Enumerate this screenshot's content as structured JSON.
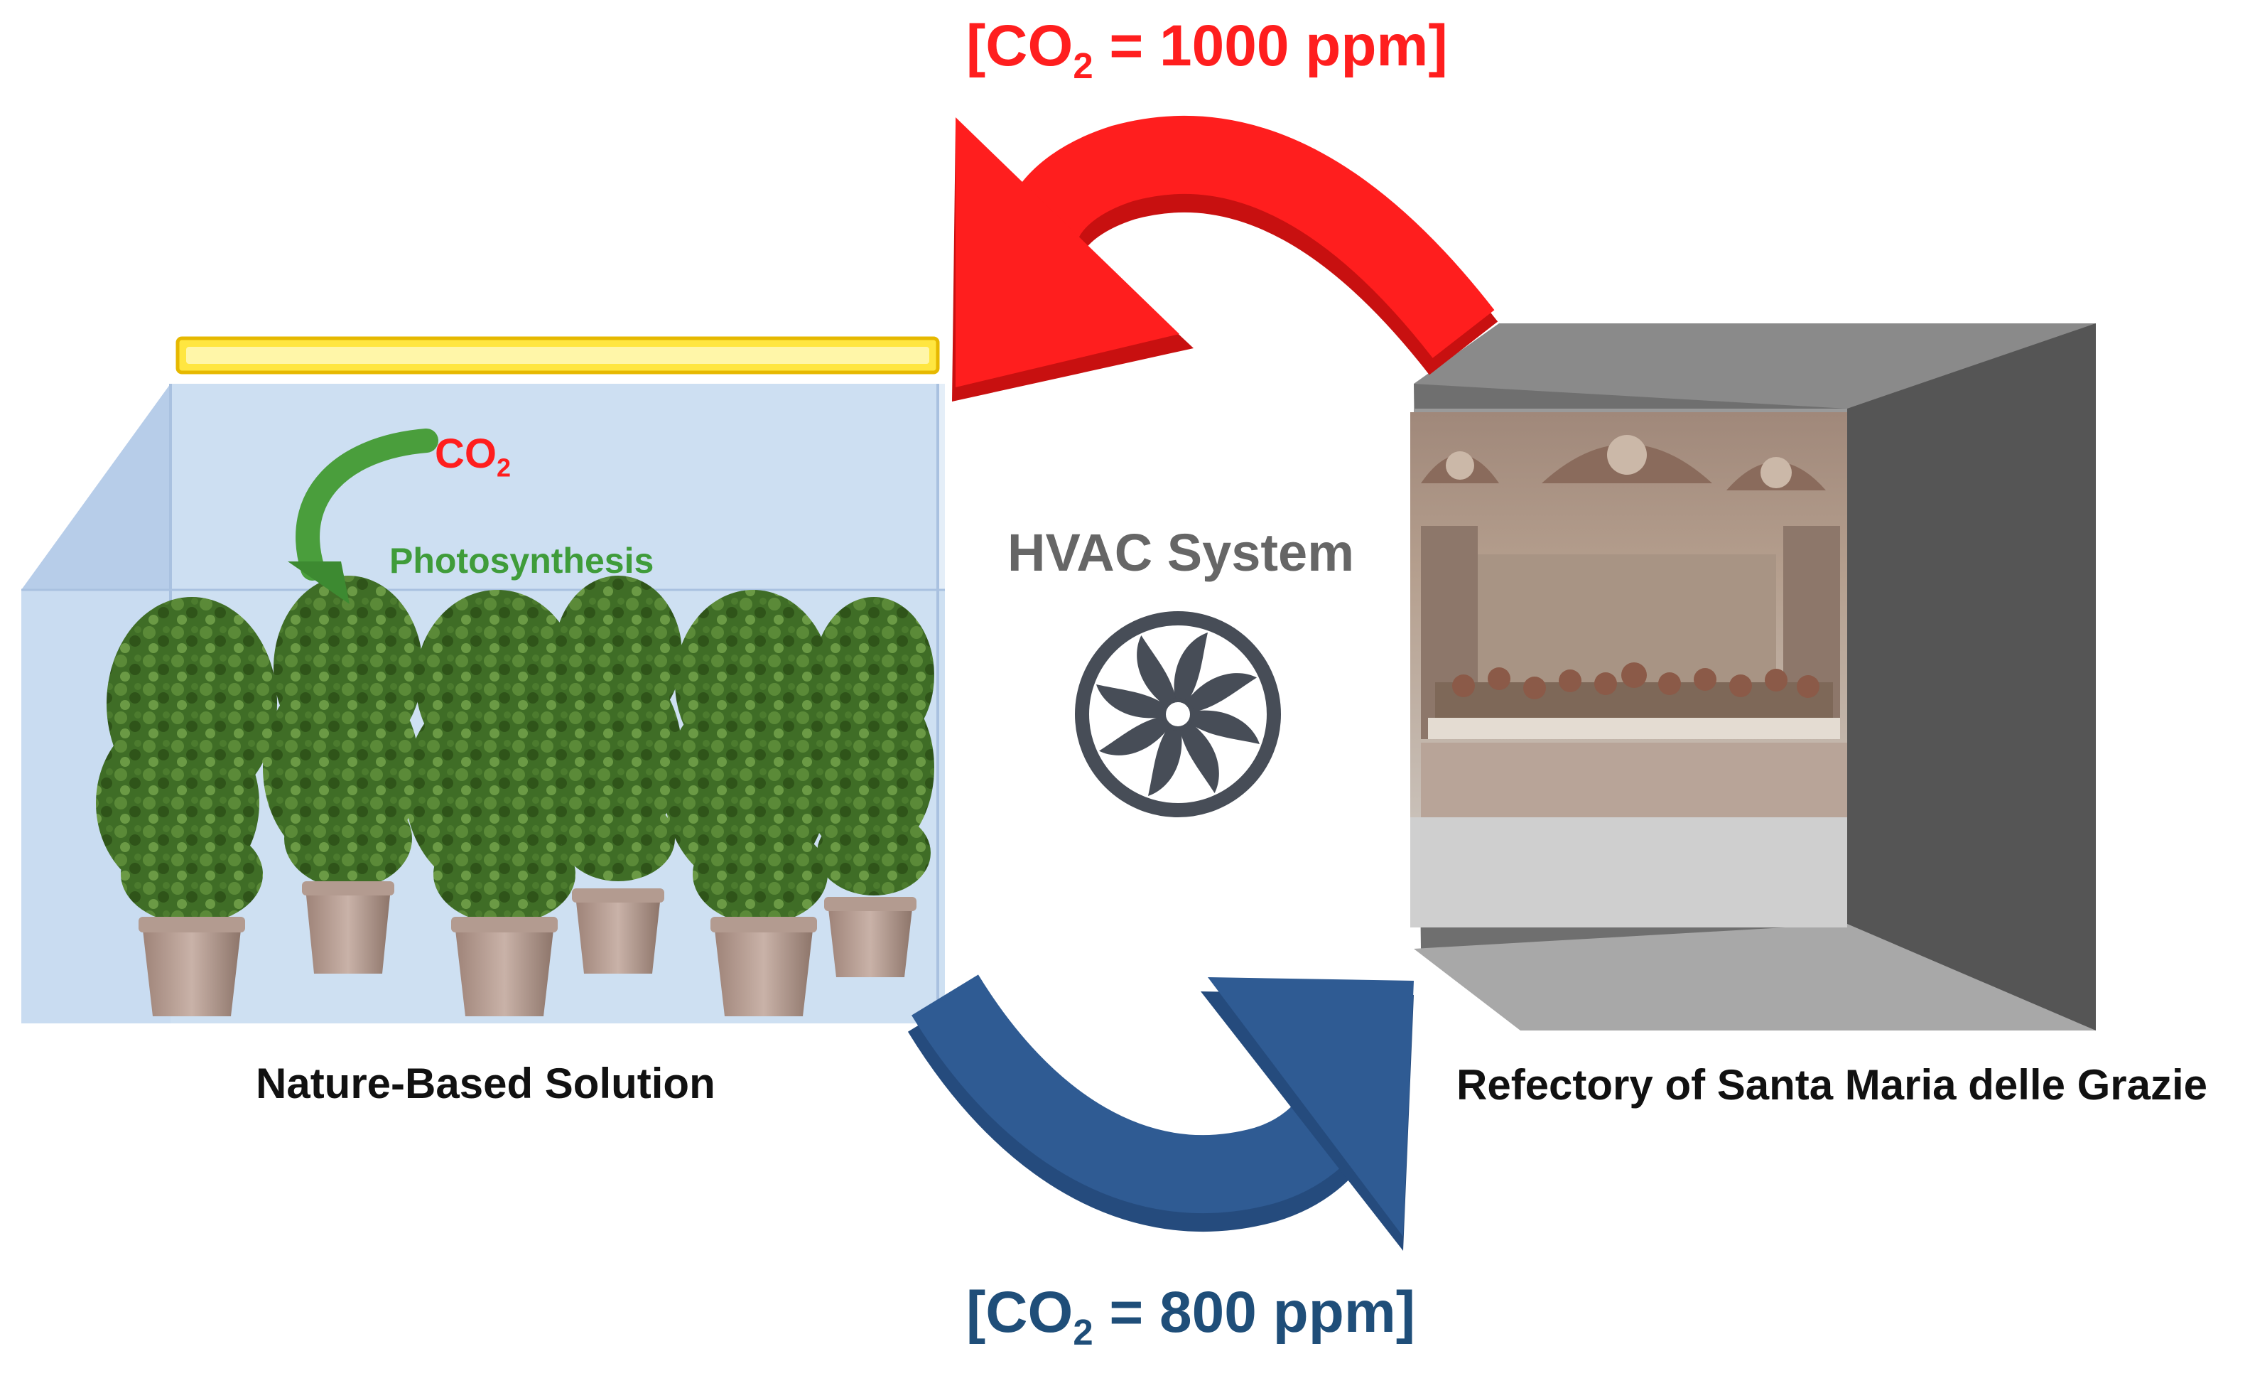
{
  "labels": {
    "top": {
      "prefix": "[CO",
      "sub": "2",
      "suffix": " = 1000 ppm]"
    },
    "bottom": {
      "prefix": "[CO",
      "sub": "2",
      "suffix": " = 800 ppm]"
    },
    "co2": {
      "prefix": "CO",
      "sub": "2"
    },
    "photosynthesis": "Photosynthesis",
    "hvac": "HVAC System",
    "nbs": "Nature-Based Solution",
    "refectory": "Refectory of Santa Maria delle Grazie"
  },
  "colors": {
    "red_arrow": "#ff1a1a",
    "blue_arrow": "#2f5b93",
    "green_arrow": "#4a9e3c",
    "greenhouse": "#bcd3ee",
    "led_strip": "#ffe23a",
    "box_dark": "#6d6d6d"
  },
  "icons": [
    "fan-icon",
    "plant-icon",
    "led-strip-icon",
    "fresco-image"
  ]
}
